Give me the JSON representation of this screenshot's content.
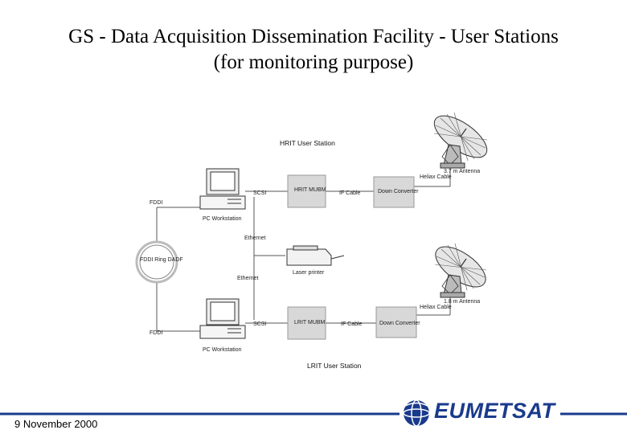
{
  "title": {
    "line1": "GS - Data Acquisition Dissemination Facility - User Stations",
    "line2": "(for monitoring purpose)"
  },
  "diagram": {
    "hrit_station_label": "HRIT User Station",
    "lrit_station_label": "LRIT User Station",
    "hrit_antenna_label": "3.7 m Antenna",
    "lrit_antenna_label": "1.8 m Antenna",
    "helix_cable_label_1": "Heliax Cable",
    "helix_cable_label_2": "Heliax Cable",
    "hrit_mubm": "HRIT MUBM",
    "lrit_mubm": "LRIT MUBM",
    "down_converter_1": "Down Converter",
    "down_converter_2": "Down Converter",
    "if_cable_1": "IF Cable",
    "if_cable_2": "IF Cable",
    "scsi_1": "SCSI",
    "scsi_2": "SCSI",
    "fddi_1": "FDDI",
    "fddi_2": "FDDI",
    "fddi_ring": "FDDI Ring DADF",
    "ethernet_1": "Ethernet",
    "ethernet_2": "Ethernet",
    "pc_workstation_1": "PC Workstation",
    "pc_workstation_2": "PC Workstation",
    "laser_printer": "Laser printer"
  },
  "footer": {
    "date": "9 November 2000",
    "logo_text": "EUMETSAT",
    "brand_color": "#1a3a8c"
  }
}
